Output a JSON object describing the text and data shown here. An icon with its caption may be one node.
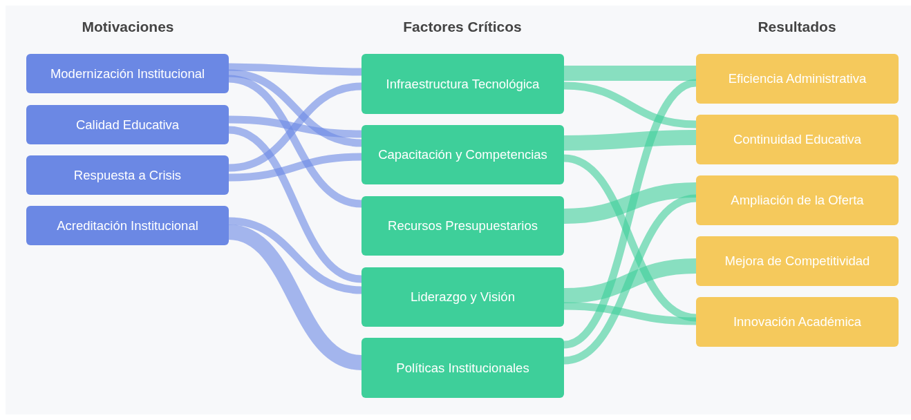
{
  "diagram": {
    "nodes": [
      {
        "text": [
          "Modernización Institucional"
        ]
      },
      {
        "text": [
          "Calidad Educativa"
        ]
      },
      {
        "text": [
          "Respuesta a Crisis"
        ]
      },
      {
        "text": [
          "Acreditación Institucional"
        ]
      },
      {
        "text": [
          "Infraestructura Tecnológica"
        ]
      },
      {
        "text": [
          "Capacitación y Competencias"
        ]
      },
      {
        "text": [
          "Recursos Presupuestarios"
        ]
      },
      {
        "text": [
          "Liderazgo y Visión"
        ]
      },
      {
        "text": [
          "Políticas Institucionales"
        ]
      },
      {
        "text": [
          "Eficiencia Administrativa"
        ]
      },
      {
        "text": [
          "Continuidad Educativa"
        ]
      },
      {
        "text": [
          "Ampliación de la Oferta"
        ]
      },
      {
        "text": [
          "Mejora de Competitividad"
        ]
      },
      {
        "text": [
          "Innovación Académica"
        ]
      }
    ],
    "edges": [
      {
        "from": 0,
        "to": 4,
        "arrow": "none",
        "color": "#6b88e4"
      },
      {
        "from": 0,
        "to": 5,
        "arrow": "none",
        "color": "#6b88e4"
      },
      {
        "from": 0,
        "to": 6,
        "arrow": "none",
        "color": "#6b88e4"
      },
      {
        "from": 1,
        "to": 5,
        "arrow": "none",
        "color": "#6b88e4"
      },
      {
        "from": 1,
        "to": 7,
        "arrow": "none",
        "color": "#6b88e4"
      },
      {
        "from": 2,
        "to": 4,
        "arrow": "none",
        "color": "#6b88e4"
      },
      {
        "from": 2,
        "to": 5,
        "arrow": "none",
        "color": "#6b88e4"
      },
      {
        "from": 3,
        "to": 7,
        "arrow": "none",
        "color": "#6b88e4"
      },
      {
        "from": 3,
        "to": 8,
        "arrow": "none",
        "style": "thick",
        "color": "#6b88e4"
      },
      {
        "from": 4,
        "to": 9,
        "arrow": "none",
        "style": "thick",
        "color": "#3ecf9a"
      },
      {
        "from": 4,
        "to": 10,
        "arrow": "none",
        "color": "#3ecf9a"
      },
      {
        "from": 5,
        "to": 10,
        "arrow": "none",
        "style": "thick",
        "color": "#3ecf9a"
      },
      {
        "from": 5,
        "to": 13,
        "arrow": "none",
        "color": "#3ecf9a"
      },
      {
        "from": 6,
        "to": 11,
        "arrow": "none",
        "style": "thick",
        "color": "#3ecf9a"
      },
      {
        "from": 7,
        "to": 12,
        "arrow": "none",
        "style": "thick",
        "color": "#3ecf9a"
      },
      {
        "from": 7,
        "to": 13,
        "arrow": "none",
        "color": "#3ecf9a"
      },
      {
        "from": 8,
        "to": 9,
        "arrow": "none",
        "color": "#3ecf9a"
      },
      {
        "from": 8,
        "to": 11,
        "arrow": "none",
        "color": "#3ecf9a"
      }
    ],
    "labels": [
      "Motivaciones",
      "Factores Críticos",
      "Resultados"
    ]
  }
}
